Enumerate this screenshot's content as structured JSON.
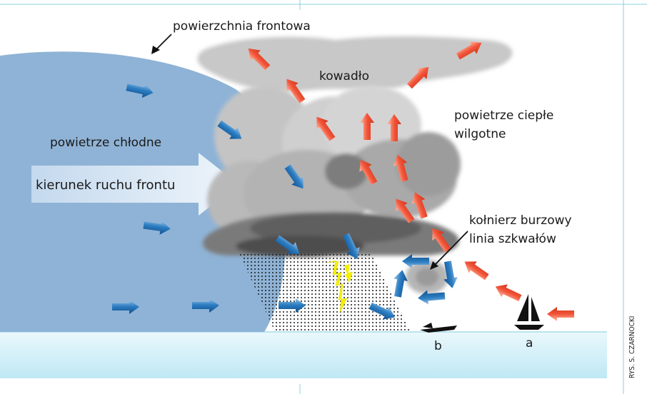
{
  "labels": {
    "frontal_surface": "powierzchnia frontowa",
    "anvil": "kowadło",
    "warm_air_line1": "powietrze ciepłe",
    "warm_air_line2": "wilgotne",
    "cold_air": "powietrze chłodne",
    "front_direction": "kierunek ruchu frontu",
    "collar_line1": "kołnierz burzowy",
    "collar_line2": "linia szkwałów",
    "point_a": "a",
    "point_b": "b",
    "credit": "RYS. S. CZARNOCKI"
  },
  "colors": {
    "cold_air_mass": "#8fb3d6",
    "warm_arrow": "#f0553a",
    "cold_arrow": "#1f6fb4",
    "sea": "#cfeef8",
    "cloud_light": "#c9c9c9",
    "cloud_dark": "#6b6b6b",
    "lightning": "#f5f000"
  }
}
